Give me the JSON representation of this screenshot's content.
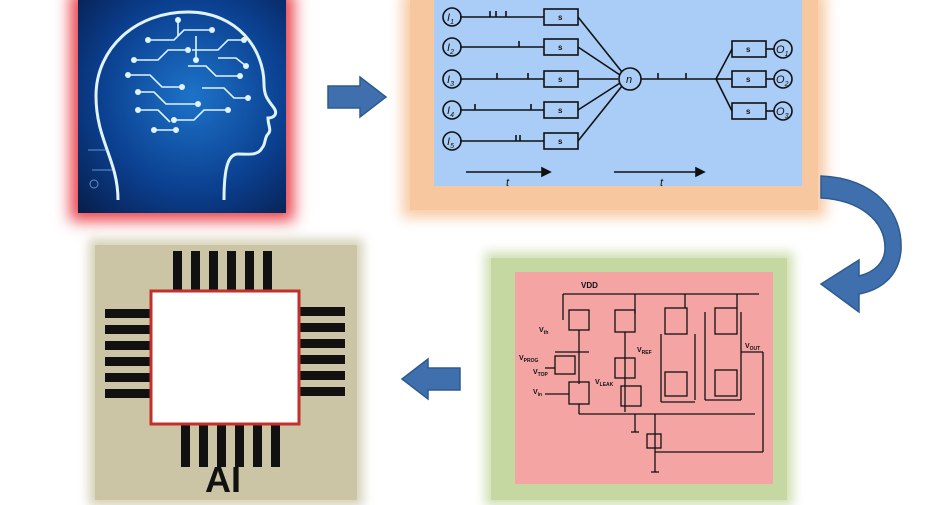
{
  "snn": {
    "inputs": [
      "I",
      "I",
      "I",
      "I",
      "I"
    ],
    "input_subs": [
      "1",
      "2",
      "3",
      "4",
      "5"
    ],
    "outputs": [
      "O",
      "O",
      "O"
    ],
    "output_subs": [
      "1",
      "2",
      "3"
    ],
    "synapse_label": "s",
    "neuron_label": "n",
    "time_label": "t"
  },
  "circuit": {
    "vdd": "VDD",
    "v_th": "V",
    "v_th_sub": "th",
    "v_prog": "V",
    "v_prog_sub": "PROG",
    "v_top": "V",
    "v_top_sub": "TOP",
    "v_leak": "V",
    "v_leak_sub": "LEAK",
    "v_ref": "V",
    "v_ref_sub": "REF",
    "v_out": "V",
    "v_out_sub": "OUT",
    "v_in": "V",
    "v_in_sub": "in"
  },
  "chip": {
    "label": "AI"
  },
  "colors": {
    "brain_bg": "#0a2a6a",
    "brain_lines": "#dff4ff",
    "snn_bg": "#a9cdf7",
    "snn_frame": "#f7c8a0",
    "circuit_bg": "#f4a5a3",
    "circuit_frame": "#c5d8a1",
    "chip_frame": "#cbc5a5",
    "arrow": "#3f70ad"
  }
}
